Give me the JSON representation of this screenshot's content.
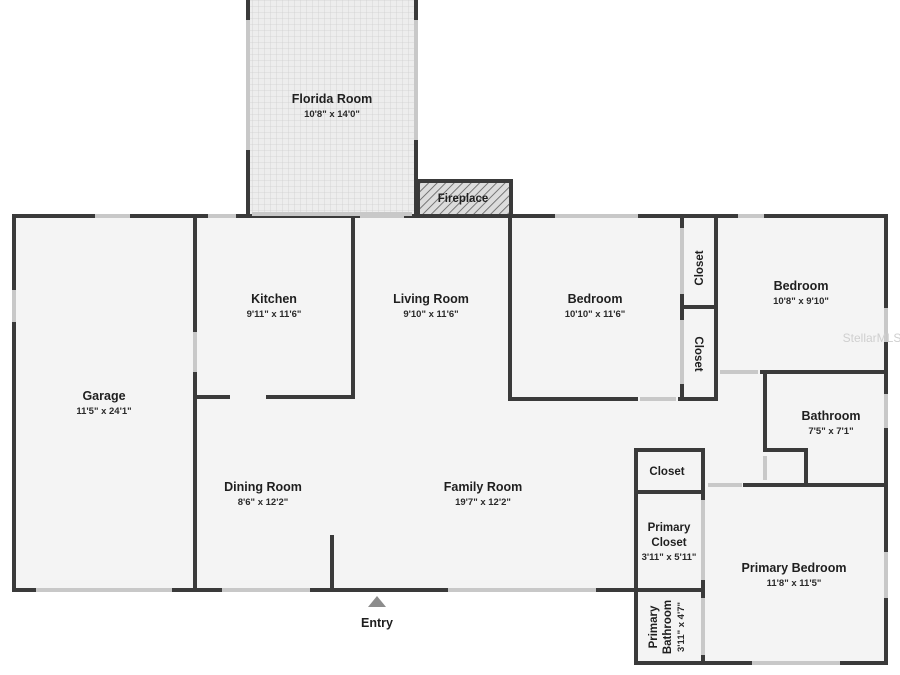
{
  "rooms": {
    "florida_room": {
      "name": "Florida Room",
      "dims": "10'8\" x 14'0\""
    },
    "fireplace": {
      "name": "Fireplace"
    },
    "garage": {
      "name": "Garage",
      "dims": "11'5\" x 24'1\""
    },
    "kitchen": {
      "name": "Kitchen",
      "dims": "9'11\" x 11'6\""
    },
    "living_room": {
      "name": "Living Room",
      "dims": "9'10\" x 11'6\""
    },
    "bedroom_1": {
      "name": "Bedroom",
      "dims": "10'10\" x 11'6\""
    },
    "closet_1": {
      "name": "Closet"
    },
    "closet_2": {
      "name": "Closet"
    },
    "bedroom_2": {
      "name": "Bedroom",
      "dims": "10'8\" x 9'10\""
    },
    "bathroom": {
      "name": "Bathroom",
      "dims": "7'5\" x 7'1\""
    },
    "dining_room": {
      "name": "Dining Room",
      "dims": "8'6\" x 12'2\""
    },
    "family_room": {
      "name": "Family Room",
      "dims": "19'7\" x 12'2\""
    },
    "closet_3": {
      "name": "Closet"
    },
    "primary_closet": {
      "name_line1": "Primary",
      "name_line2": "Closet",
      "dims": "3'11\" x 5'11\""
    },
    "primary_bedroom": {
      "name": "Primary Bedroom",
      "dims": "11'8\" x 11'5\""
    },
    "primary_bathroom": {
      "name_line1": "Primary",
      "name_line2": "Bathroom",
      "dims": "3'11\" x 4'7\""
    }
  },
  "entry": {
    "label": "Entry"
  },
  "watermark": {
    "text": "StellarMLS"
  },
  "colors": {
    "floor": "#f4f4f4",
    "wall": "#3a3a3a",
    "tile": "#e6e6e6",
    "window": "#c8c8c8"
  }
}
